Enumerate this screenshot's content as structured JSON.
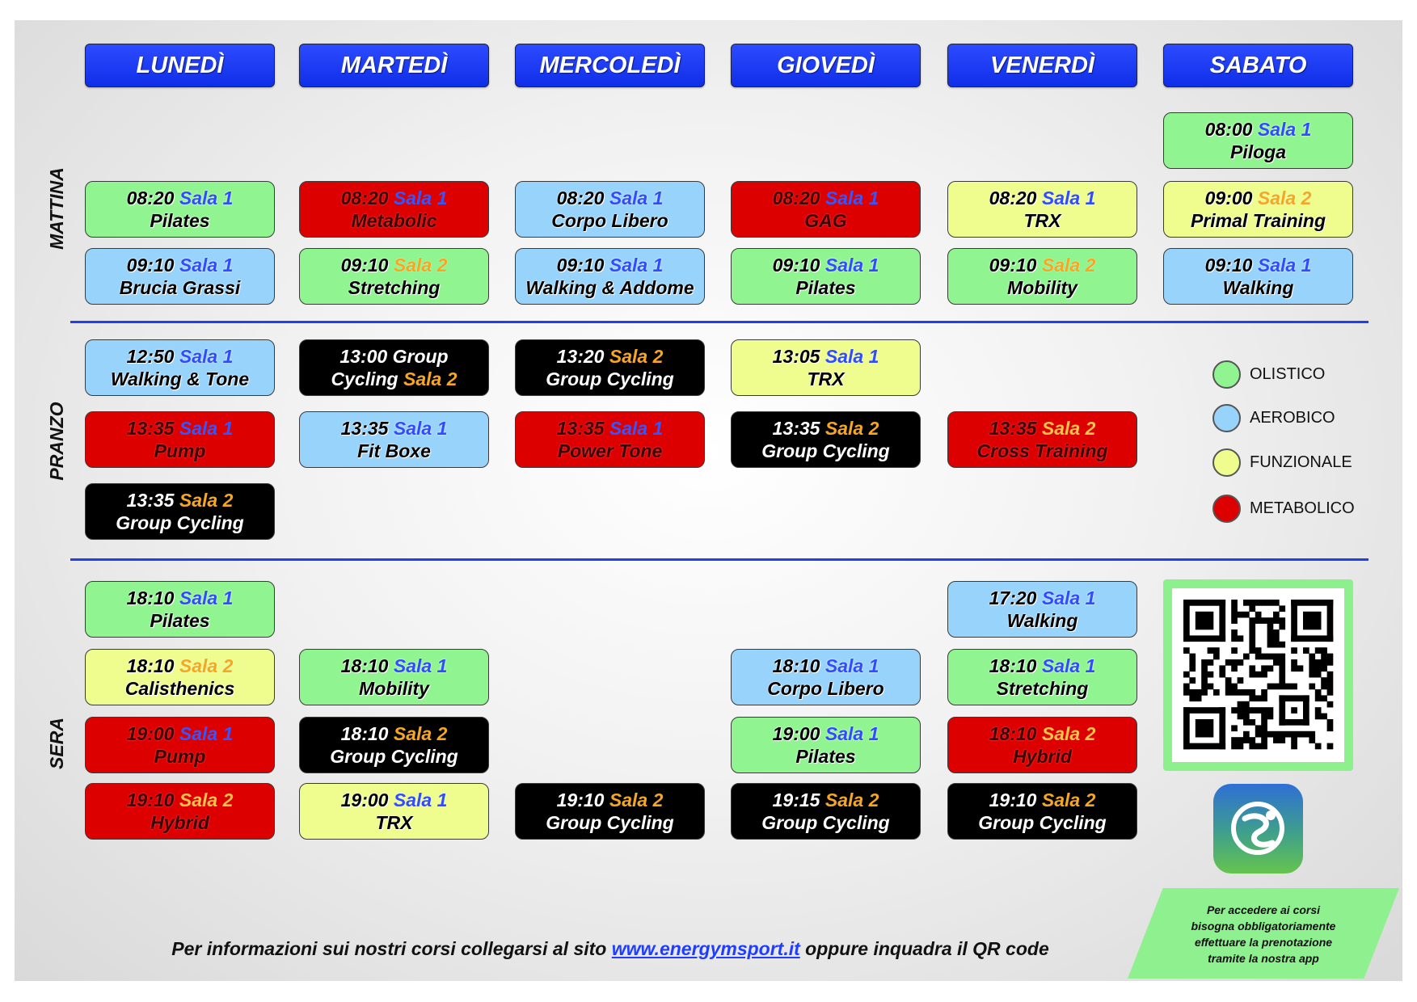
{
  "days": [
    "LUNEDÌ",
    "MARTEDÌ",
    "MERCOLEDÌ",
    "GIOVEDÌ",
    "VENERDÌ",
    "SABATO"
  ],
  "colors": {
    "green": "#90f590",
    "blue": "#97d3fa",
    "yellow": "#effc8e",
    "red": "#dc0000",
    "black": "#000000",
    "header_blue": "#1f3cf5",
    "line_blue": "#2240e8"
  },
  "schedule": [
    {
      "label": "MATTINA",
      "rows": [
        [
          null,
          null,
          null,
          null,
          null,
          {
            "color": "green",
            "line1": [
              {
                "text": "08:00",
                "kind": "time"
              },
              {
                "text": "Sala 1",
                "kind": "sala-1"
              }
            ],
            "line2": [
              {
                "text": "Piloga",
                "kind": "course"
              }
            ]
          }
        ],
        [
          {
            "color": "green",
            "line1": [
              {
                "text": "08:20",
                "kind": "time"
              },
              {
                "text": "Sala 1",
                "kind": "sala-1"
              }
            ],
            "line2": [
              {
                "text": "Pilates",
                "kind": "course"
              }
            ]
          },
          {
            "color": "red",
            "line1": [
              {
                "text": "08:20",
                "kind": "time"
              },
              {
                "text": "Sala 1",
                "kind": "sala-1"
              }
            ],
            "line2": [
              {
                "text": "Metabolic",
                "kind": "course"
              }
            ]
          },
          {
            "color": "blue",
            "line1": [
              {
                "text": "08:20",
                "kind": "time"
              },
              {
                "text": "Sala 1",
                "kind": "sala-1"
              }
            ],
            "line2": [
              {
                "text": "Corpo Libero",
                "kind": "course"
              }
            ]
          },
          {
            "color": "red",
            "line1": [
              {
                "text": "08:20",
                "kind": "time"
              },
              {
                "text": "Sala 1",
                "kind": "sala-1"
              }
            ],
            "line2": [
              {
                "text": "GAG",
                "kind": "course"
              }
            ]
          },
          {
            "color": "yellow",
            "line1": [
              {
                "text": "08:20",
                "kind": "time"
              },
              {
                "text": "Sala 1",
                "kind": "sala-1"
              }
            ],
            "line2": [
              {
                "text": "TRX",
                "kind": "course"
              }
            ]
          },
          {
            "color": "yellow",
            "line1": [
              {
                "text": "09:00",
                "kind": "time"
              },
              {
                "text": "Sala 2",
                "kind": "sala-2"
              }
            ],
            "line2": [
              {
                "text": "Primal Training",
                "kind": "course"
              }
            ]
          }
        ],
        [
          {
            "color": "blue",
            "line1": [
              {
                "text": "09:10",
                "kind": "time"
              },
              {
                "text": "Sala 1",
                "kind": "sala-1"
              }
            ],
            "line2": [
              {
                "text": "Brucia Grassi",
                "kind": "course"
              }
            ]
          },
          {
            "color": "green",
            "line1": [
              {
                "text": "09:10",
                "kind": "time"
              },
              {
                "text": "Sala 2",
                "kind": "sala-2"
              }
            ],
            "line2": [
              {
                "text": "Stretching",
                "kind": "course"
              }
            ]
          },
          {
            "color": "blue",
            "line1": [
              {
                "text": "09:10",
                "kind": "time"
              },
              {
                "text": "Sala 1",
                "kind": "sala-1"
              }
            ],
            "line2": [
              {
                "text": "Walking & Addome",
                "kind": "course"
              }
            ]
          },
          {
            "color": "green",
            "line1": [
              {
                "text": "09:10",
                "kind": "time"
              },
              {
                "text": "Sala 1",
                "kind": "sala-1"
              }
            ],
            "line2": [
              {
                "text": "Pilates",
                "kind": "course"
              }
            ]
          },
          {
            "color": "green",
            "line1": [
              {
                "text": "09:10",
                "kind": "time"
              },
              {
                "text": "Sala 2",
                "kind": "sala-2"
              }
            ],
            "line2": [
              {
                "text": "Mobility",
                "kind": "course"
              }
            ]
          },
          {
            "color": "blue",
            "line1": [
              {
                "text": "09:10",
                "kind": "time"
              },
              {
                "text": "Sala 1",
                "kind": "sala-1"
              }
            ],
            "line2": [
              {
                "text": "Walking",
                "kind": "course"
              }
            ]
          }
        ]
      ]
    },
    {
      "label": "PRANZO",
      "rows": [
        [
          {
            "color": "blue",
            "line1": [
              {
                "text": "12:50",
                "kind": "time"
              },
              {
                "text": "Sala 1",
                "kind": "sala-1"
              }
            ],
            "line2": [
              {
                "text": "Walking & Tone",
                "kind": "course"
              }
            ]
          },
          {
            "color": "black",
            "line1": [
              {
                "text": "13:00 Group",
                "kind": "time"
              }
            ],
            "line2": [
              {
                "text": "Cycling",
                "kind": "course"
              },
              {
                "text": "Sala 2",
                "kind": "sala-2"
              }
            ]
          },
          {
            "color": "black",
            "line1": [
              {
                "text": "13:20",
                "kind": "time"
              },
              {
                "text": "Sala 2",
                "kind": "sala-2"
              }
            ],
            "line2": [
              {
                "text": "Group Cycling",
                "kind": "course"
              }
            ]
          },
          {
            "color": "yellow",
            "line1": [
              {
                "text": "13:05",
                "kind": "time"
              },
              {
                "text": "Sala 1",
                "kind": "sala-1"
              }
            ],
            "line2": [
              {
                "text": "TRX",
                "kind": "course"
              }
            ]
          },
          null,
          null
        ],
        [
          {
            "color": "red",
            "line1": [
              {
                "text": "13:35",
                "kind": "time"
              },
              {
                "text": "Sala 1",
                "kind": "sala-1"
              }
            ],
            "line2": [
              {
                "text": "Pump",
                "kind": "course"
              }
            ]
          },
          {
            "color": "blue",
            "line1": [
              {
                "text": "13:35",
                "kind": "time"
              },
              {
                "text": "Sala 1",
                "kind": "sala-1"
              }
            ],
            "line2": [
              {
                "text": "Fit Boxe",
                "kind": "course"
              }
            ]
          },
          {
            "color": "red",
            "line1": [
              {
                "text": "13:35",
                "kind": "time"
              },
              {
                "text": "Sala 1",
                "kind": "sala-1"
              }
            ],
            "line2": [
              {
                "text": "Power Tone",
                "kind": "course"
              }
            ]
          },
          {
            "color": "black",
            "line1": [
              {
                "text": "13:35",
                "kind": "time"
              },
              {
                "text": "Sala 2",
                "kind": "sala-2"
              }
            ],
            "line2": [
              {
                "text": "Group Cycling",
                "kind": "course"
              }
            ]
          },
          {
            "color": "red",
            "line1": [
              {
                "text": "13:35",
                "kind": "time"
              },
              {
                "text": "Sala 2",
                "kind": "sala-2"
              }
            ],
            "line2": [
              {
                "text": "Cross Training",
                "kind": "course"
              }
            ]
          },
          null
        ],
        [
          {
            "color": "black",
            "line1": [
              {
                "text": "13:35",
                "kind": "time"
              },
              {
                "text": "Sala 2",
                "kind": "sala-2"
              }
            ],
            "line2": [
              {
                "text": "Group Cycling",
                "kind": "course"
              }
            ]
          },
          null,
          null,
          null,
          null,
          null
        ]
      ]
    },
    {
      "label": "SERA",
      "rows": [
        [
          {
            "color": "green",
            "line1": [
              {
                "text": "18:10",
                "kind": "time"
              },
              {
                "text": "Sala 1",
                "kind": "sala-1"
              }
            ],
            "line2": [
              {
                "text": "Pilates",
                "kind": "course"
              }
            ]
          },
          null,
          null,
          null,
          {
            "color": "blue",
            "line1": [
              {
                "text": "17:20",
                "kind": "time"
              },
              {
                "text": "Sala 1",
                "kind": "sala-1"
              }
            ],
            "line2": [
              {
                "text": "Walking",
                "kind": "course"
              }
            ]
          },
          null
        ],
        [
          {
            "color": "yellow",
            "line1": [
              {
                "text": "18:10",
                "kind": "time"
              },
              {
                "text": "Sala 2",
                "kind": "sala-2"
              }
            ],
            "line2": [
              {
                "text": "Calisthenics",
                "kind": "course"
              }
            ]
          },
          {
            "color": "green",
            "line1": [
              {
                "text": "18:10",
                "kind": "time"
              },
              {
                "text": "Sala 1",
                "kind": "sala-1"
              }
            ],
            "line2": [
              {
                "text": "Mobility",
                "kind": "course"
              }
            ]
          },
          null,
          {
            "color": "blue",
            "line1": [
              {
                "text": "18:10",
                "kind": "time"
              },
              {
                "text": "Sala 1",
                "kind": "sala-1"
              }
            ],
            "line2": [
              {
                "text": "Corpo Libero",
                "kind": "course"
              }
            ]
          },
          {
            "color": "green",
            "line1": [
              {
                "text": "18:10",
                "kind": "time"
              },
              {
                "text": "Sala 1",
                "kind": "sala-1"
              }
            ],
            "line2": [
              {
                "text": "Stretching",
                "kind": "course"
              }
            ]
          },
          null
        ],
        [
          {
            "color": "red",
            "line1": [
              {
                "text": "19:00",
                "kind": "time"
              },
              {
                "text": "Sala 1",
                "kind": "sala-1"
              }
            ],
            "line2": [
              {
                "text": "Pump",
                "kind": "course"
              }
            ]
          },
          {
            "color": "black",
            "line1": [
              {
                "text": "18:10",
                "kind": "time"
              },
              {
                "text": "Sala 2",
                "kind": "sala-2"
              }
            ],
            "line2": [
              {
                "text": "Group Cycling",
                "kind": "course"
              }
            ]
          },
          null,
          {
            "color": "green",
            "line1": [
              {
                "text": "19:00",
                "kind": "time"
              },
              {
                "text": "Sala 1",
                "kind": "sala-1"
              }
            ],
            "line2": [
              {
                "text": "Pilates",
                "kind": "course"
              }
            ]
          },
          {
            "color": "red",
            "line1": [
              {
                "text": "18:10",
                "kind": "time"
              },
              {
                "text": "Sala 2",
                "kind": "sala-2"
              }
            ],
            "line2": [
              {
                "text": "Hybrid",
                "kind": "course"
              }
            ]
          },
          null
        ],
        [
          {
            "color": "red",
            "line1": [
              {
                "text": "19:10",
                "kind": "time"
              },
              {
                "text": "Sala 2",
                "kind": "sala-2"
              }
            ],
            "line2": [
              {
                "text": "Hybrid",
                "kind": "course"
              }
            ]
          },
          {
            "color": "yellow",
            "line1": [
              {
                "text": "19:00",
                "kind": "time"
              },
              {
                "text": "Sala 1",
                "kind": "sala-1"
              }
            ],
            "line2": [
              {
                "text": "TRX",
                "kind": "course"
              }
            ]
          },
          {
            "color": "black",
            "line1": [
              {
                "text": "19:10",
                "kind": "time"
              },
              {
                "text": "Sala 2",
                "kind": "sala-2"
              }
            ],
            "line2": [
              {
                "text": "Group Cycling",
                "kind": "course"
              }
            ]
          },
          {
            "color": "black",
            "line1": [
              {
                "text": "19:15",
                "kind": "time"
              },
              {
                "text": "Sala 2",
                "kind": "sala-2"
              }
            ],
            "line2": [
              {
                "text": "Group Cycling",
                "kind": "course"
              }
            ]
          },
          {
            "color": "black",
            "line1": [
              {
                "text": "19:10",
                "kind": "time"
              },
              {
                "text": "Sala 2",
                "kind": "sala-2"
              }
            ],
            "line2": [
              {
                "text": "Group Cycling",
                "kind": "course"
              }
            ]
          },
          null
        ]
      ]
    }
  ],
  "legend": [
    {
      "label": "OLISTICO",
      "color": "green"
    },
    {
      "label": "AEROBICO",
      "color": "blue"
    },
    {
      "label": "FUNZIONALE",
      "color": "yellow"
    },
    {
      "label": "METABOLICO",
      "color": "red"
    }
  ],
  "qr": {
    "icon": "qr-code-icon"
  },
  "app": {
    "icon": "app-logo-icon"
  },
  "note": {
    "lines": [
      "Per accedere ai corsi",
      "bisogna obbligatoriamente",
      "effettuare la prenotazione",
      "tramite la nostra app"
    ]
  },
  "footer": {
    "before": "Per informazioni sui nostri corsi collegarsi al sito ",
    "link": "www.energymsport.it",
    "after": " oppure inquadra il QR code"
  }
}
